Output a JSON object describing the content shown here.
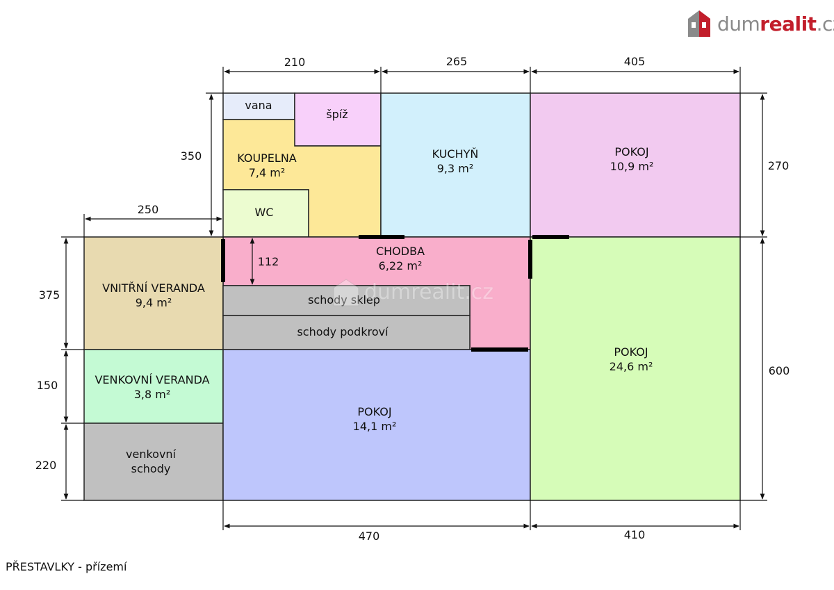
{
  "brand": {
    "prefix": "dum",
    "highlight": "realit",
    "suffix": ".cz"
  },
  "caption": "PŘESTAVLKY - přízemí",
  "rooms": {
    "vana": {
      "name": "vana",
      "area": ""
    },
    "spiz": {
      "name": "špíž",
      "area": ""
    },
    "koupelna": {
      "name": "KOUPELNA",
      "area": "7,4 m²"
    },
    "wc": {
      "name": "WC",
      "area": ""
    },
    "kuchyn": {
      "name": "KUCHYŇ",
      "area": "9,3 m²"
    },
    "pokoj_top": {
      "name": "POKOJ",
      "area": "10,9 m²"
    },
    "chodba": {
      "name": "CHODBA",
      "area": "6,22 m²"
    },
    "vnitrni_veranda": {
      "name": "VNITŘNÍ VERANDA",
      "area": "9,4 m²"
    },
    "schody_sklep": {
      "name": "schody sklep",
      "area": ""
    },
    "schody_podkrovi": {
      "name": "schody podkroví",
      "area": ""
    },
    "venkovni_veranda": {
      "name": "VENKOVNÍ VERANDA",
      "area": "3,8 m²"
    },
    "venkovni_schody": {
      "name": "venkovní",
      "area": "schody"
    },
    "pokoj_bottom": {
      "name": "POKOJ",
      "area": "14,1 m²"
    },
    "pokoj_right": {
      "name": "POKOJ",
      "area": "24,6 m²"
    }
  },
  "colors": {
    "vana": "#e6ecfa",
    "spiz": "#f8d0fa",
    "koupelna": "#fde898",
    "wc": "#ecfcd0",
    "kuchyn": "#d2f0fc",
    "pokoj_top": "#f2caf0",
    "chodba": "#f9aecb",
    "vnitrni_veranda": "#e8dab0",
    "schody": "#c0c0c0",
    "venkovni_veranda": "#c4fad4",
    "venkovni_schody": "#c0c0c0",
    "pokoj_bottom": "#bec6fc",
    "pokoj_right": "#d6fcb8",
    "brand_red": "#c21e2b"
  },
  "dimensions": {
    "top_210": "210",
    "top_265": "265",
    "top_405": "405",
    "left_350": "350",
    "left_250": "250",
    "right_270": "270",
    "right_600": "600",
    "left_375": "375",
    "left_150": "150",
    "left_220": "220",
    "bottom_470": "470",
    "bottom_410": "410",
    "inner_112": "112"
  },
  "watermark": "dumrealit.cz"
}
